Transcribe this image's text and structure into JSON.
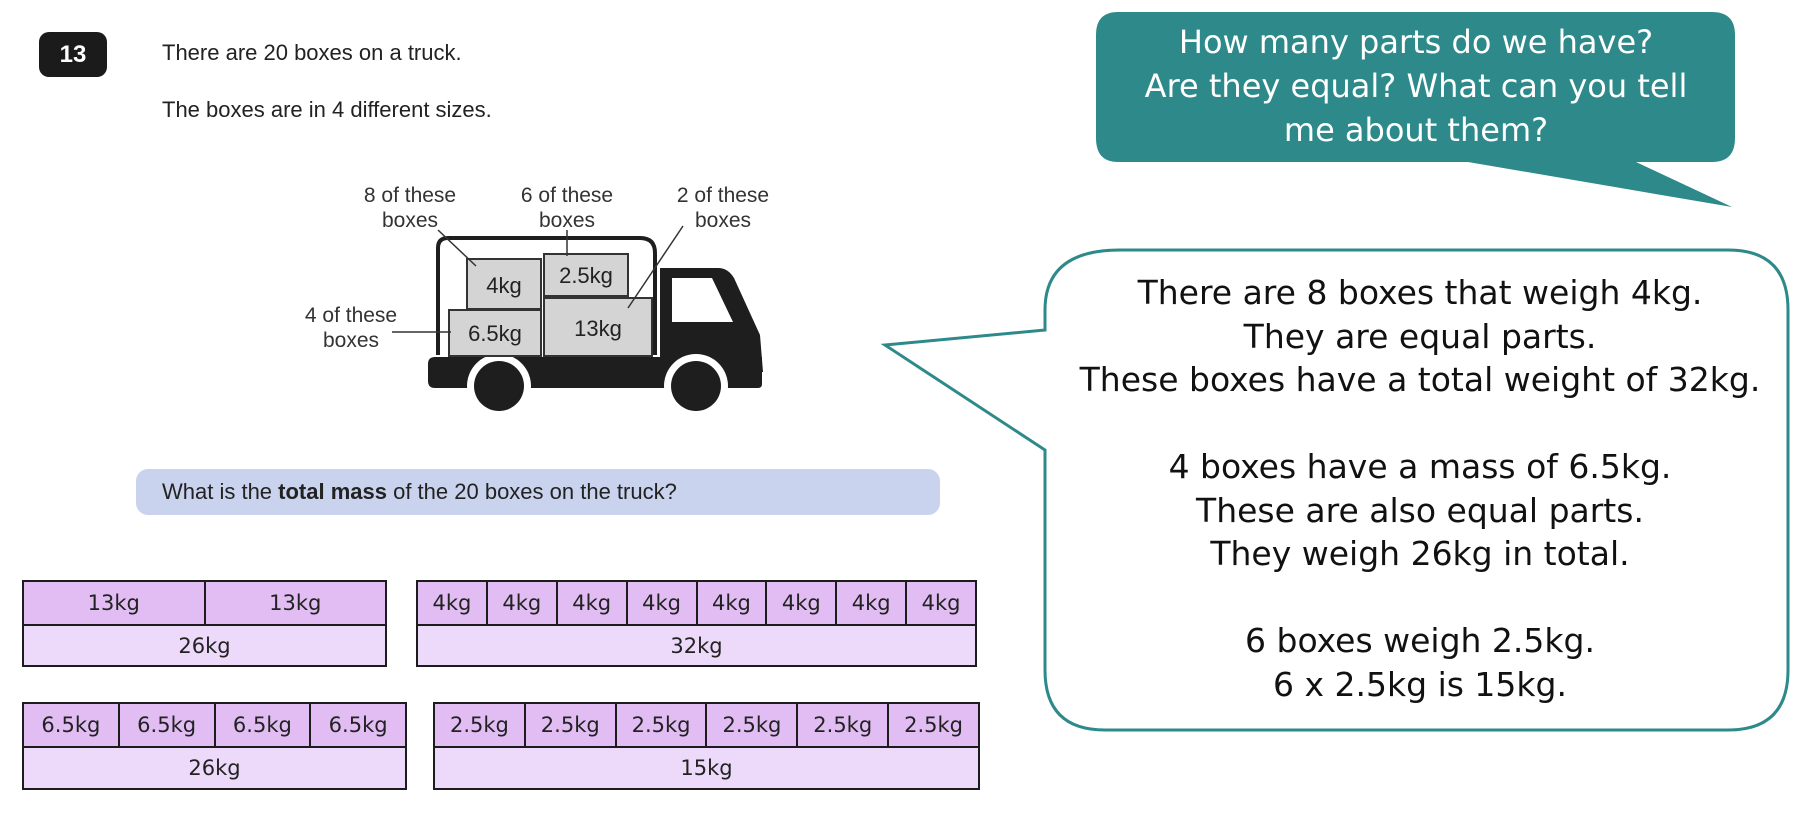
{
  "question": {
    "number": "13",
    "line1": "There are 20 boxes on a truck.",
    "line2": "The boxes are in 4 different sizes.",
    "prompt_prefix": "What is the ",
    "prompt_bold": "total mass",
    "prompt_suffix": " of the 20 boxes on the truck?"
  },
  "diagram": {
    "label_8": [
      "8 of these",
      "boxes"
    ],
    "label_6": [
      "6 of these",
      "boxes"
    ],
    "label_2": [
      "2 of these",
      "boxes"
    ],
    "label_4": [
      "4 of these",
      "boxes"
    ],
    "box_4kg": "4kg",
    "box_25kg": "2.5kg",
    "box_65kg": "6.5kg",
    "box_13kg": "13kg"
  },
  "bar_models": [
    {
      "parts": [
        "13kg",
        "13kg"
      ],
      "total": "26kg"
    },
    {
      "parts": [
        "4kg",
        "4kg",
        "4kg",
        "4kg",
        "4kg",
        "4kg",
        "4kg",
        "4kg"
      ],
      "total": "32kg"
    },
    {
      "parts": [
        "6.5kg",
        "6.5kg",
        "6.5kg",
        "6.5kg"
      ],
      "total": "26kg"
    },
    {
      "parts": [
        "2.5kg",
        "2.5kg",
        "2.5kg",
        "2.5kg",
        "2.5kg",
        "2.5kg"
      ],
      "total": "15kg"
    }
  ],
  "teacher_bubble": {
    "lines": [
      "How many parts do we have?",
      "Are they equal? What can you tell",
      "me about them?"
    ],
    "color": "#2e8a8a"
  },
  "answer_bubble": {
    "lines": [
      "There are 8 boxes that weigh 4kg.",
      "They are equal parts.",
      "These boxes have a total weight of 32kg.",
      "",
      "4 boxes have a mass of 6.5kg.",
      "These are also equal parts.",
      "They weigh 26kg in total.",
      "",
      "6 boxes weigh 2.5kg.",
      "6 x 2.5kg is 15kg."
    ],
    "border_color": "#2e8a8a"
  },
  "colors": {
    "bar_part_fill": "#e2bdf4",
    "bar_total_fill": "#eddafa",
    "question_bar_fill": "#c9d3ee"
  }
}
